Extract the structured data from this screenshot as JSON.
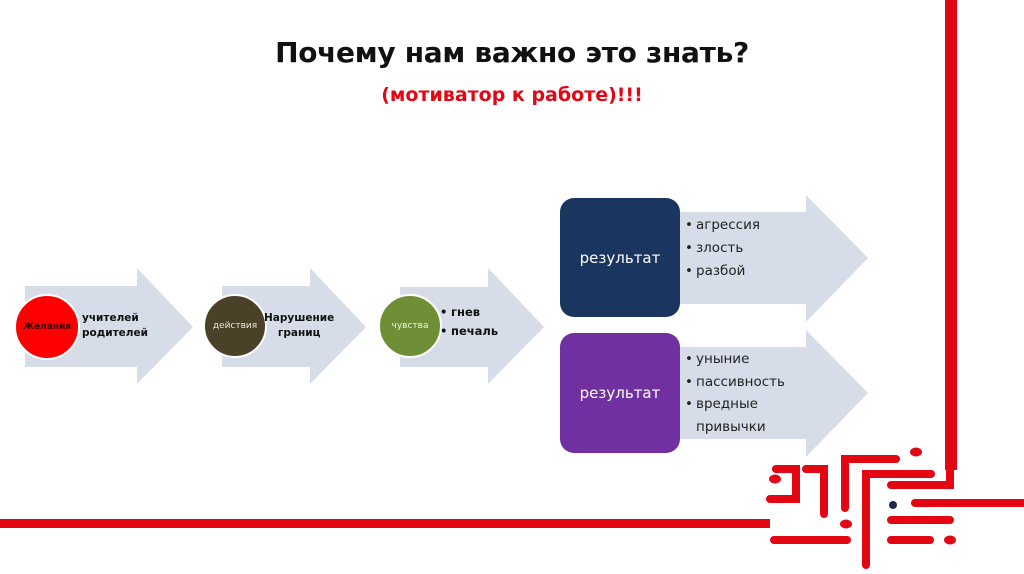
{
  "slide": {
    "title": "Почему нам важно это знать?",
    "subtitle": "(мотиватор к работе)!!!",
    "colors": {
      "accent_red": "#e30613",
      "arrow_fill": "#d6dde8",
      "title_color": "#111111",
      "subtitle_color": "#e30613"
    }
  },
  "flow": [
    {
      "circle_label": "Желания",
      "circle_color": "#ff0000",
      "text_lines": [
        "учителей",
        "родителей"
      ]
    },
    {
      "circle_label": "действия",
      "circle_color": "#4a4128",
      "text_lines": [
        "Нарушение",
        "границ"
      ]
    },
    {
      "circle_label": "чувства",
      "circle_color": "#6f8f36",
      "bullets": [
        "гнев",
        "печаль"
      ]
    }
  ],
  "results": [
    {
      "label": "результат",
      "color": "#1a3560",
      "bullets": [
        "агрессия",
        "злость",
        "разбой"
      ]
    },
    {
      "label": "результат",
      "color": "#7030a0",
      "bullets": [
        "уныние",
        "пассивность",
        "вредные привычки"
      ]
    }
  ]
}
